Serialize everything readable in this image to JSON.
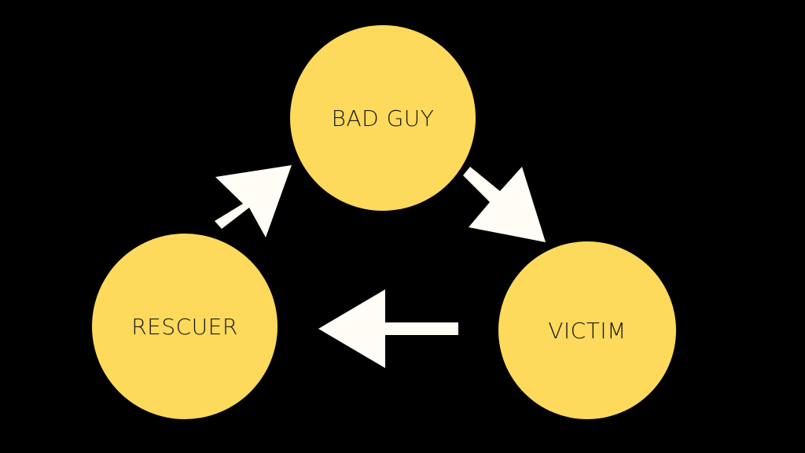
{
  "nodes": {
    "bad_guy": "BAD GUY",
    "rescuer": "RESCUER",
    "victim": "VICTIM"
  },
  "edges": [
    {
      "from": "RESCUER",
      "to": "BAD GUY"
    },
    {
      "from": "BAD GUY",
      "to": "VICTIM"
    },
    {
      "from": "VICTIM",
      "to": "RESCUER"
    }
  ],
  "colors": {
    "background": "#000000",
    "node": "#fdd95c",
    "arrow": "#fffdf5",
    "text": "#1a1a1a"
  }
}
